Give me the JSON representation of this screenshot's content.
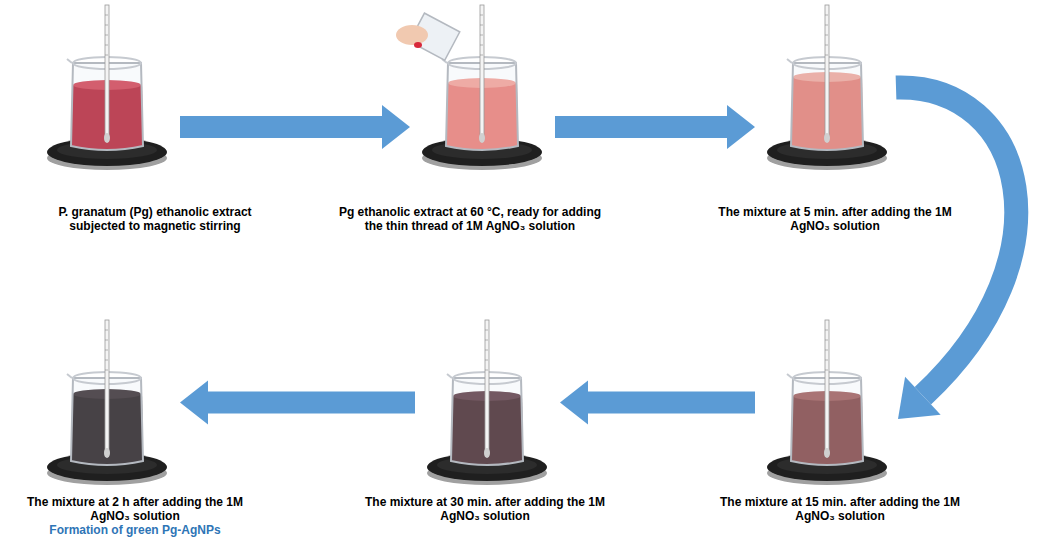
{
  "diagram": {
    "nodes": [
      {
        "text": [
          "P. granatum (Pg) ethanolic extract subjected to magnetic stirring"
        ]
      },
      {
        "text": [
          "Pg ethanolic extract at 60 °C, ready for adding the thin thread of 1M AgNO₃ solution"
        ]
      },
      {
        "text": [
          "The mixture at 5 min. after adding the 1M AgNO₃ solution"
        ]
      },
      {
        "text": [
          "The mixture at 15 min. after adding the 1M AgNO₃ solution"
        ]
      },
      {
        "text": [
          "The mixture at 30 min. after adding the 1M AgNO₃ solution"
        ]
      },
      {
        "text": [
          "The mixture at 2 h after adding the 1M AgNO₃ solution",
          "Formation of green Pg-AgNPs"
        ]
      }
    ],
    "edges": [
      {
        "from": 0,
        "to": 1,
        "arrow": "to"
      },
      {
        "from": 1,
        "to": 2,
        "arrow": "to"
      },
      {
        "from": 2,
        "to": 3,
        "arrow": "to"
      },
      {
        "from": 3,
        "to": 4,
        "arrow": "to"
      },
      {
        "from": 4,
        "to": 5,
        "arrow": "to"
      }
    ]
  }
}
